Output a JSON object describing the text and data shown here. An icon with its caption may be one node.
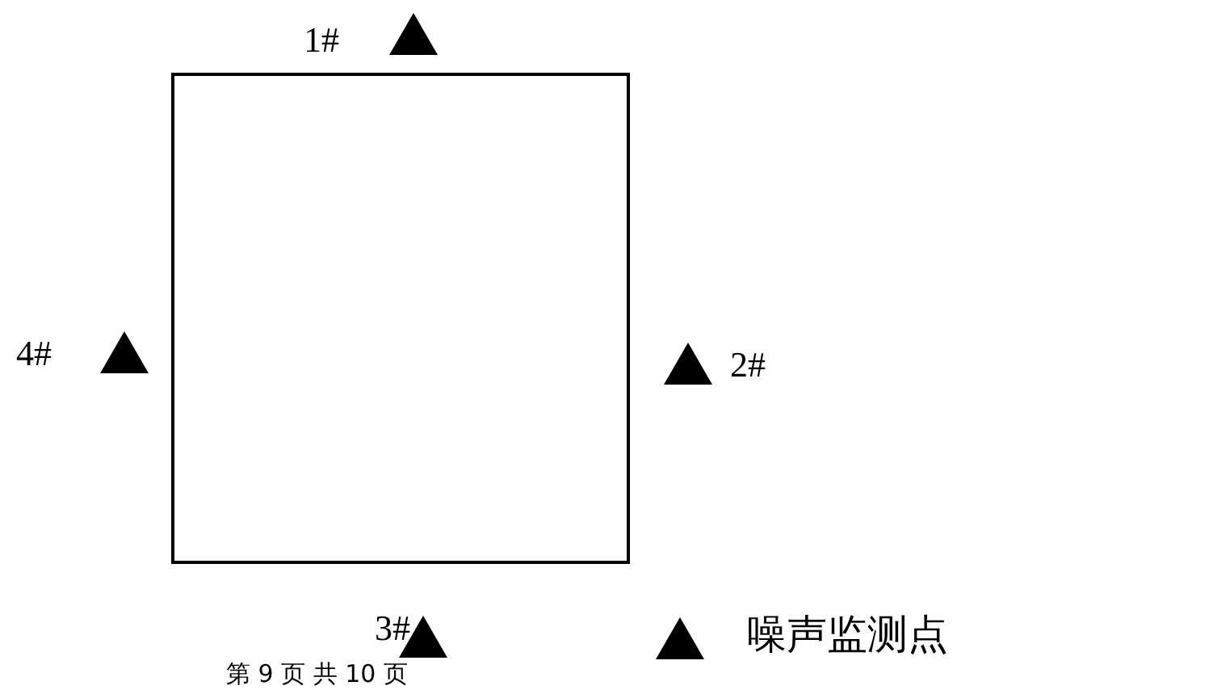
{
  "diagram": {
    "labels": [
      "1#",
      "2#",
      "3#",
      "4#",
      "第 9 页 共 10 页"
    ],
    "legend": [
      {
        "text": "噪声监测点"
      }
    ]
  }
}
